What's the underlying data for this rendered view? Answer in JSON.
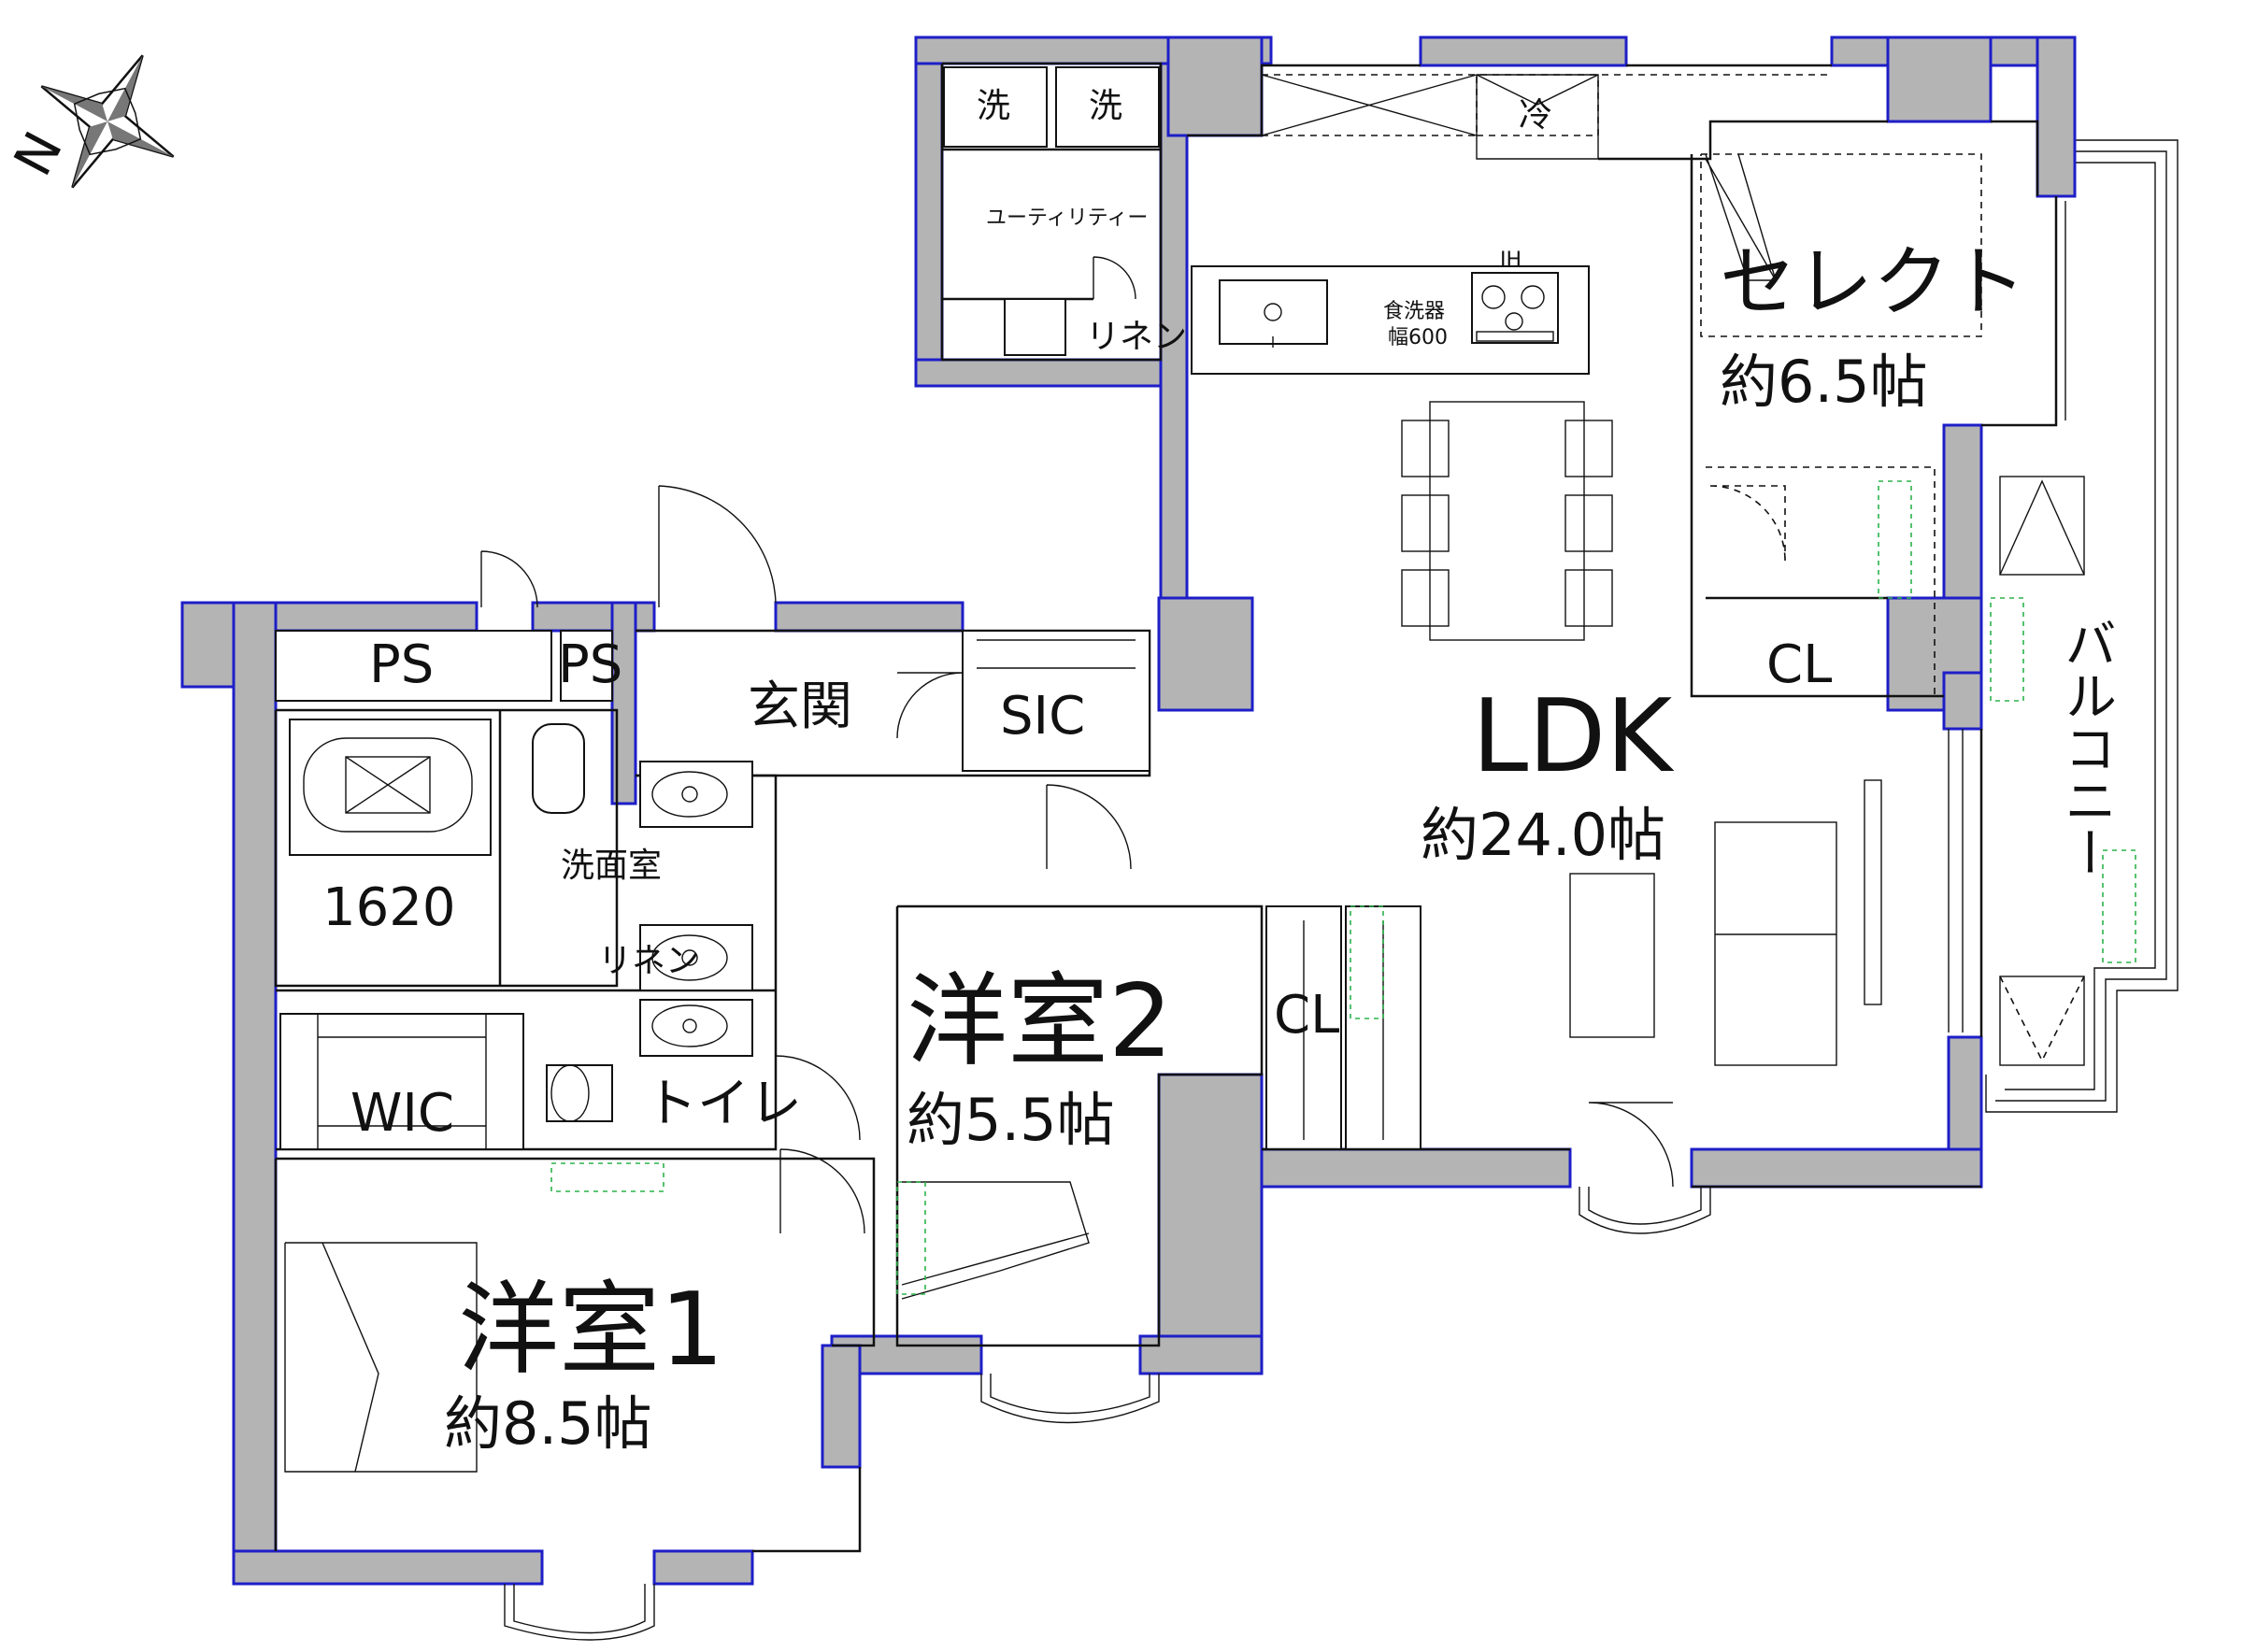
{
  "compass": {
    "letter": "N"
  },
  "rooms": {
    "ldk": {
      "name": "LDK",
      "area": "約24.0帖"
    },
    "select": {
      "name": "セレクト",
      "area": "約6.5帖"
    },
    "bedroom1": {
      "name": "洋室1",
      "area": "約8.5帖"
    },
    "bedroom2": {
      "name": "洋室2",
      "area": "約5.5帖"
    },
    "entrance": {
      "name": "玄関"
    },
    "sic": {
      "name": "SIC"
    },
    "wic": {
      "name": "WIC"
    },
    "toilet": {
      "name": "トイレ"
    },
    "washroom": {
      "name": "洗面室"
    },
    "bath": {
      "name": "1620"
    },
    "utility": {
      "name": "ユーティリティー"
    },
    "balcony": {
      "name": "バルコニー"
    }
  },
  "labels": {
    "ps1": "PS",
    "ps2": "PS",
    "cl_select": "CL",
    "cl_bed2": "CL",
    "linen_utility": "リネン",
    "linen_wash": "リネン",
    "washer1": "洗",
    "washer2": "洗",
    "fridge": "冷",
    "ih": "IH",
    "dishwasher": "食洗器",
    "dishwasher_width": "幅600"
  }
}
